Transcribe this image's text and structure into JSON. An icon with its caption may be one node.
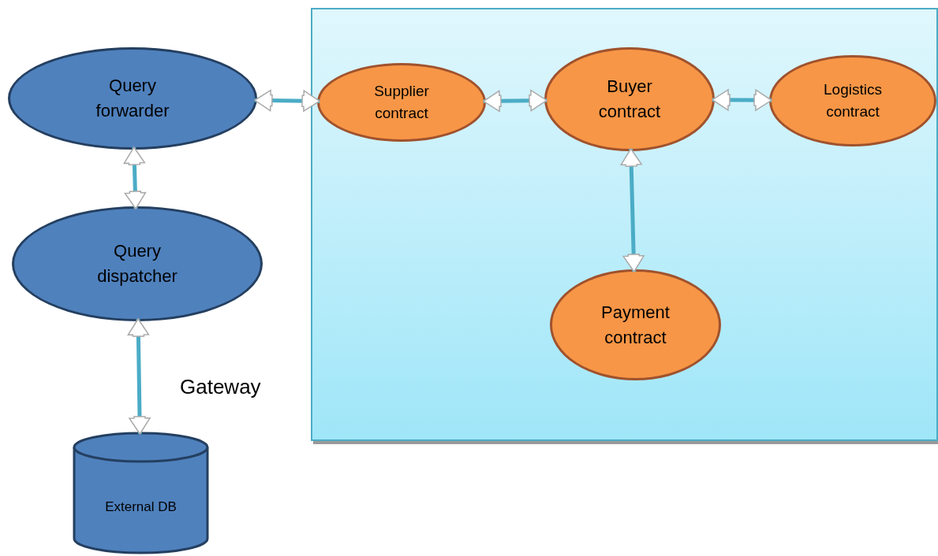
{
  "diagram": {
    "nodes": [
      {
        "text": [
          "Query forwarder"
        ]
      },
      {
        "text": [
          "Query dispatcher"
        ]
      },
      {
        "text": [
          "External  DB"
        ]
      },
      {
        "text": [],
        "shape": "box"
      },
      {
        "text": [
          "Supplier contract"
        ],
        "in": 3
      },
      {
        "text": [
          "Buyer contract"
        ],
        "in": 3
      },
      {
        "text": [
          "Logistics contract"
        ],
        "in": 3
      },
      {
        "text": [
          "Payment contract"
        ],
        "in": 3
      }
    ],
    "edges": [
      {
        "from": 0,
        "to": 4,
        "arrow": "both"
      },
      {
        "from": 4,
        "to": 5,
        "arrow": "both"
      },
      {
        "from": 5,
        "to": 6,
        "arrow": "both"
      },
      {
        "from": 5,
        "to": 7,
        "arrow": "both"
      },
      {
        "from": 0,
        "to": 1,
        "arrow": "both"
      },
      {
        "from": 1,
        "to": 2,
        "arrow": "both"
      }
    ],
    "labels": [
      "Gateway"
    ]
  }
}
